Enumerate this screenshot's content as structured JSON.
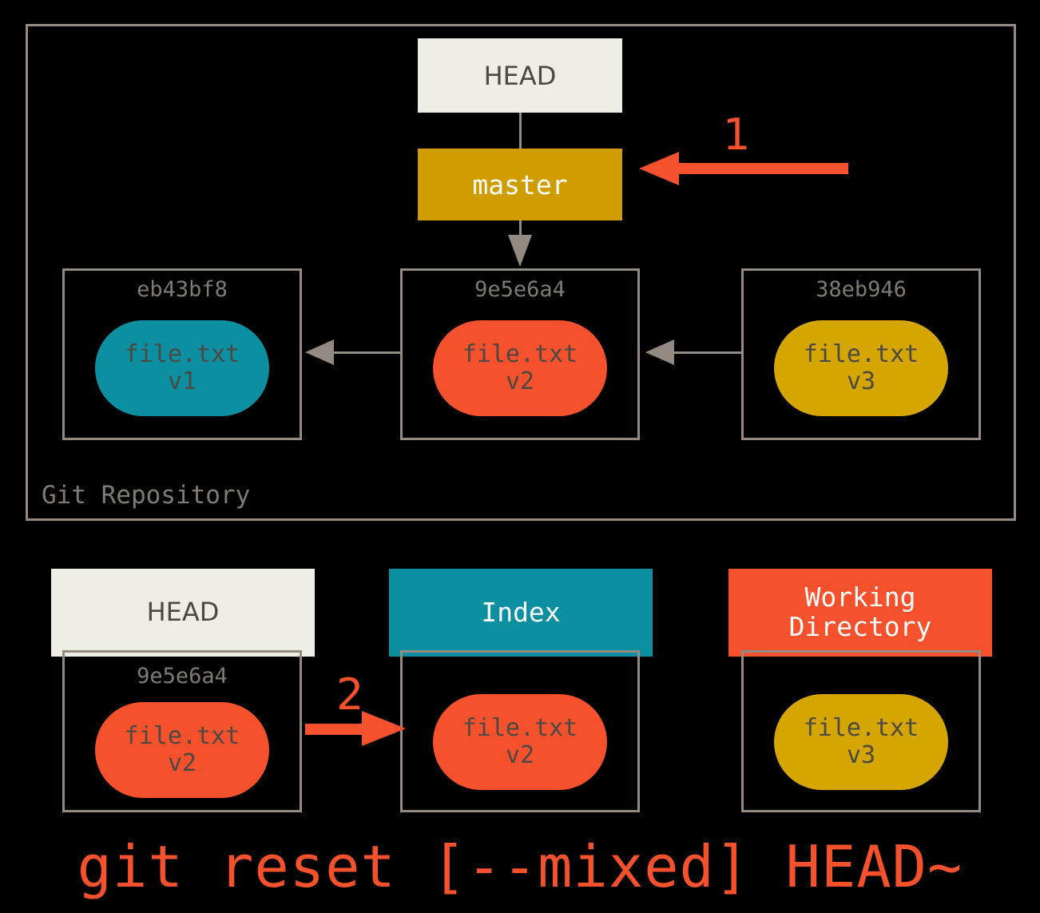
{
  "repository": {
    "label": "Git Repository",
    "head_box": {
      "label": "HEAD"
    },
    "branch_box": {
      "label": "master"
    },
    "commits": [
      {
        "sha": "eb43bf8",
        "file": "file.txt",
        "version": "v1",
        "color": "#0c8fa0"
      },
      {
        "sha": "9e5e6a4",
        "file": "file.txt",
        "version": "v2",
        "color": "#f4512c"
      },
      {
        "sha": "38eb946",
        "file": "file.txt",
        "version": "v3",
        "color": "#d6a600"
      }
    ]
  },
  "markers": {
    "step1": "1",
    "step2": "2",
    "arrow_color": "#f4512c"
  },
  "trees": {
    "head": {
      "title": "HEAD",
      "sha": "9e5e6a4",
      "file": "file.txt",
      "version": "v2",
      "header_color": "#efeee6",
      "blob_color": "#f4512c"
    },
    "index": {
      "title": "Index",
      "file": "file.txt",
      "version": "v2",
      "header_color": "#0c8fa0",
      "blob_color": "#f4512c"
    },
    "working_directory": {
      "title_line1": "Working",
      "title_line2": "Directory",
      "file": "file.txt",
      "version": "v3",
      "header_color": "#f4512c",
      "blob_color": "#d6a600"
    }
  },
  "command": "git reset [--mixed] HEAD~",
  "palette": {
    "background": "#000000",
    "frame_gray": "#938b81",
    "text_gray": "#7f7a73",
    "dark_text": "#4c4843",
    "amber": "#cf9d00",
    "teal": "#0c8fa0",
    "orange_red": "#f4512c",
    "gold": "#d6a600",
    "off_white": "#efeee6"
  }
}
